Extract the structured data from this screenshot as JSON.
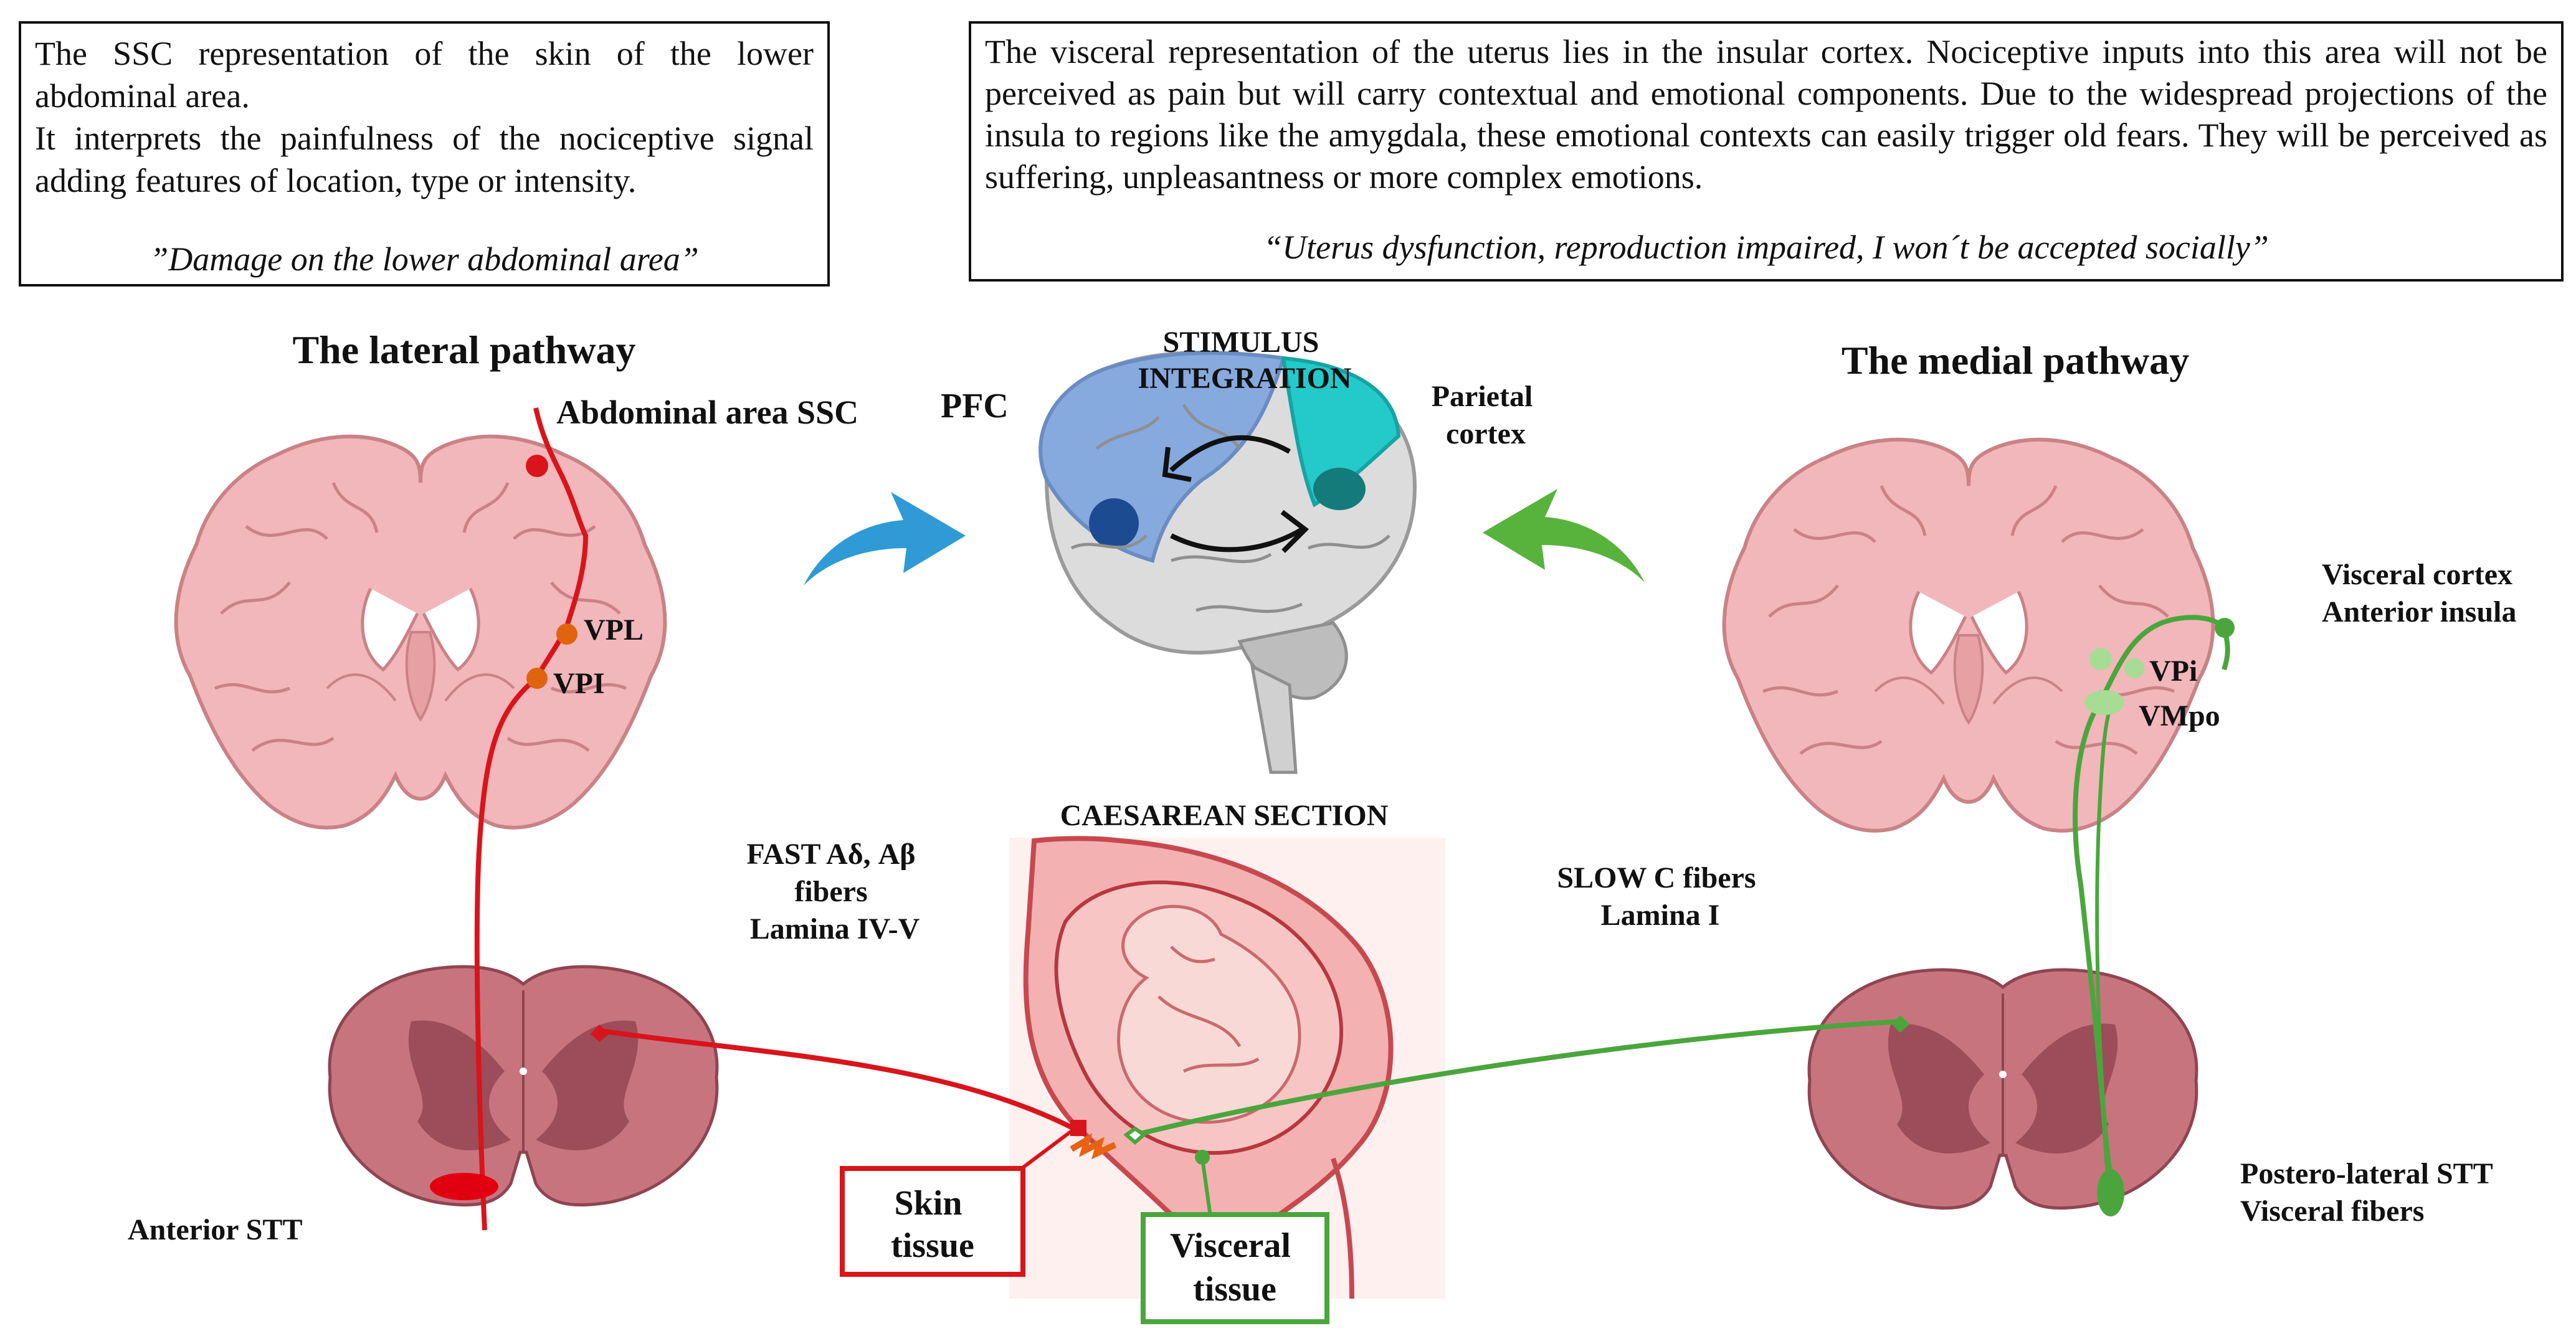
{
  "left_box": {
    "paragraph_1": "The SSC representation of the skin of the lower abdominal area.",
    "paragraph_2": "It interprets the painfulness of the nociceptive signal adding features of location, type or intensity.",
    "quote": "”Damage on the lower abdominal area”"
  },
  "right_box": {
    "paragraph": "The visceral representation of the uterus lies in the insular cortex. Nociceptive inputs into this area will not be perceived as pain but will carry contextual and emotional components. Due to the widespread projections of the insula to regions like the amygdala, these emotional contexts can easily trigger old fears. They will be perceived as suffering, unpleasantness or more complex emotions.",
    "quote": "“Uterus dysfunction, reproduction impaired, I won´t be accepted socially”"
  },
  "lateral": {
    "title": "The lateral pathway",
    "ssc_label": "Abdominal area SSC",
    "vpl_label": "VPL",
    "vpi_label": "VPI",
    "fiber_line_1": "FAST Aδ, Aβ",
    "fiber_line_2": "fibers",
    "fiber_line_3": "Lamina IV-V",
    "tract_label": "Anterior STT",
    "color": "#d9141a"
  },
  "center": {
    "pfc_label": "PFC",
    "stimulus_line_1": "STIMULUS",
    "stimulus_line_2": "INTEGRATION",
    "parietal_line_1": "Parietal",
    "parietal_line_2": "cortex",
    "caesarean_label": "CAESAREAN SECTION",
    "skin_line_1": "Skin",
    "skin_line_2": "tissue",
    "visceral_line_1": "Visceral",
    "visceral_line_2": "tissue"
  },
  "medial": {
    "title": "The medial pathway",
    "cortex_line_1": "Visceral cortex",
    "cortex_line_2": "Anterior insula",
    "vpi_label": "VPi",
    "vmpo_label": "VMpo",
    "fiber_line_1": "SLOW C fibers",
    "fiber_line_2": "Lamina I",
    "tract_line_1": "Postero-lateral STT",
    "tract_line_2": "Visceral fibers",
    "color": "#4aa63c"
  }
}
